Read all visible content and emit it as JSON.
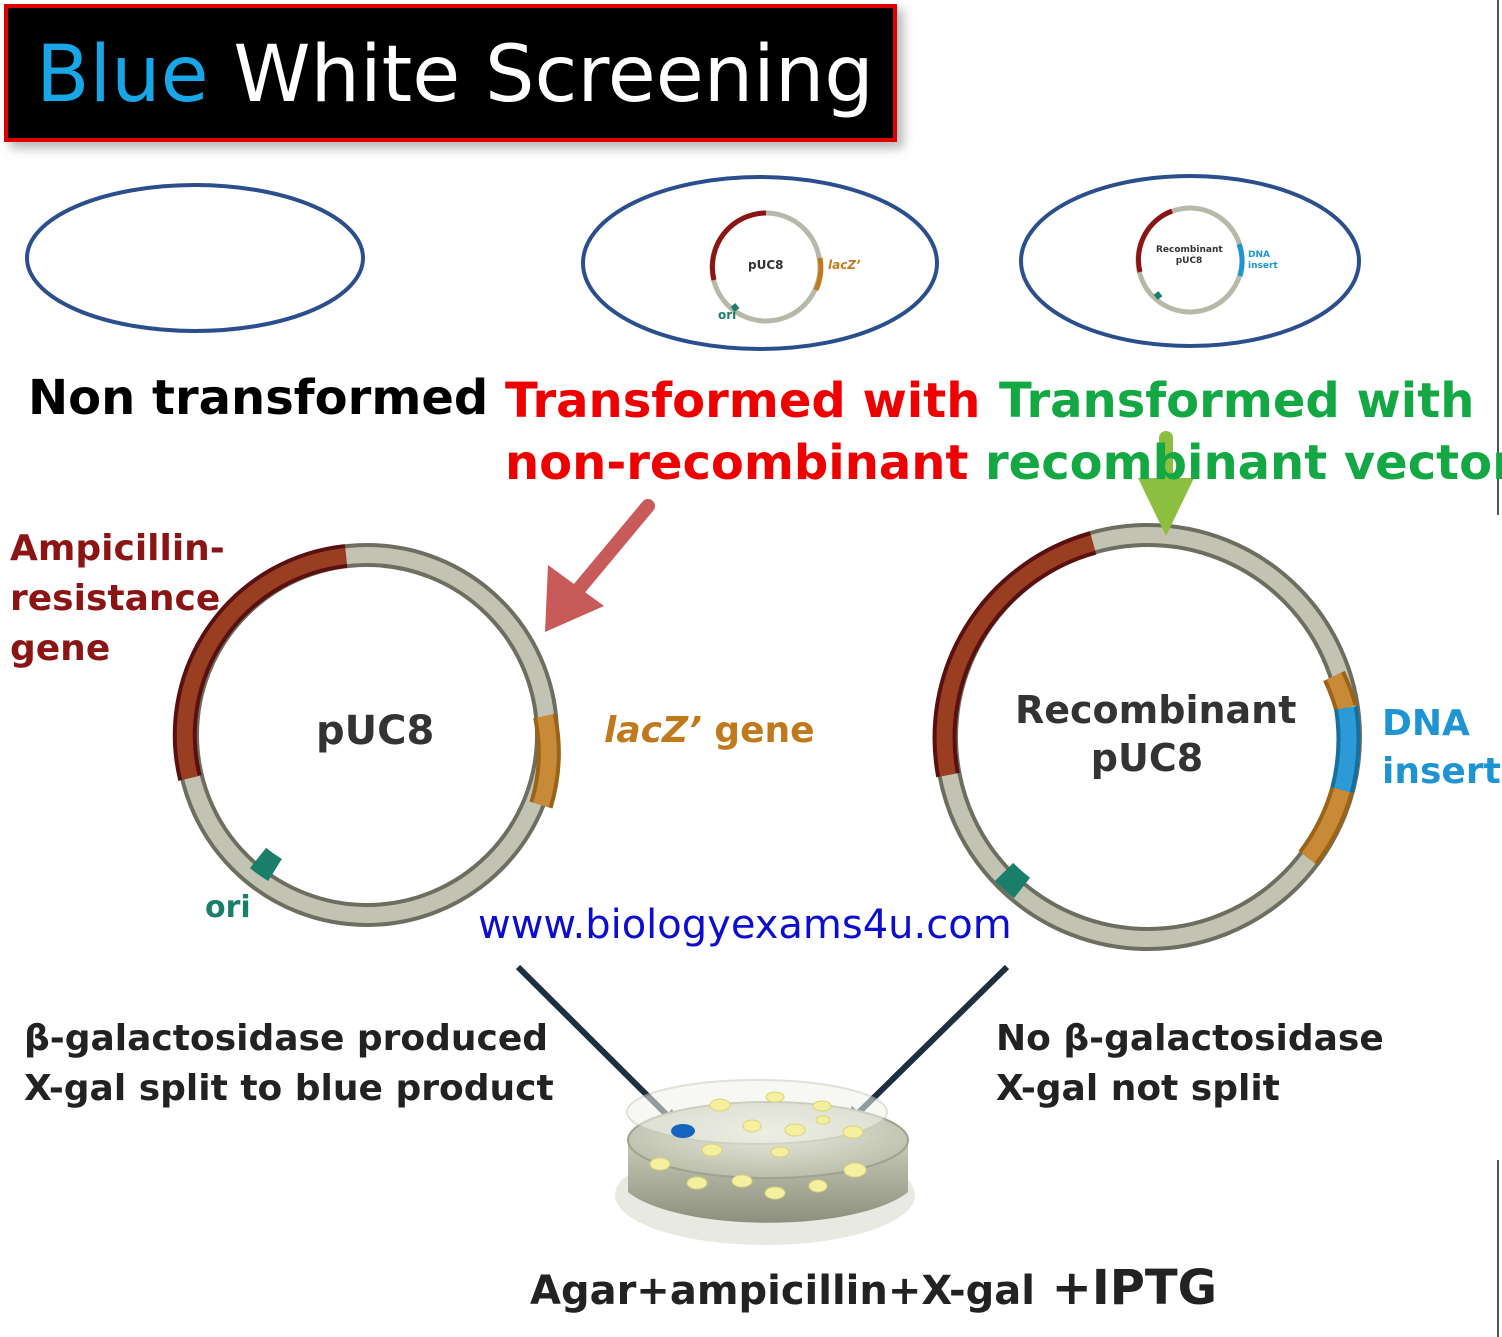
{
  "title": {
    "word_blue": "Blue",
    "word_white": "White Screening"
  },
  "cells": {
    "non_transformed": "Non transformed",
    "transformed_nonrec_line1": "Transformed with",
    "transformed_nonrec_line2": "non-recombinant",
    "transformed_rec_line1": "Transformed with",
    "transformed_rec_line2": "recombinant vector"
  },
  "small_plasmid_1": {
    "name": "pUC8",
    "gene": "lacZ’",
    "ori": "ori"
  },
  "small_plasmid_2": {
    "name_line1": "Recombinant",
    "name_line2": "pUC8",
    "insert_line1": "DNA",
    "insert_line2": "insert"
  },
  "plasmid_left": {
    "resistance_line1": "Ampicillin-",
    "resistance_line2": "resistance",
    "resistance_line3": "gene",
    "name": "pUC8",
    "gene_italic": "lacZ’",
    "gene_rest": " gene",
    "ori": "ori"
  },
  "plasmid_right": {
    "name_line1": "Recombinant",
    "name_line2": "pUC8",
    "insert_line1": "DNA",
    "insert_line2": "insert"
  },
  "website": "www.biologyexams4u.com",
  "result_left": {
    "line1": "β-galactosidase produced",
    "line2": "X-gal split to blue product"
  },
  "result_right": {
    "line1": "No β-galactosidase",
    "line2": "X-gal not split"
  },
  "medium": {
    "text": "Agar+ampicillin+X-gal",
    "extra": " +IPTG"
  },
  "colors": {
    "title_blue": "#18a6e6",
    "title_border": "#e00000",
    "cell_outline": "#2b4f8c",
    "ampicillin": "#8b1515",
    "lacz": "#c07a1e",
    "insert": "#1f94d2",
    "ori": "#1a7f6a",
    "backbone": "#b8b8a8",
    "red_label": "#ee0000",
    "green_label": "#13a843",
    "red_arrow": "#c85a5a",
    "green_arrow": "#8cbf3f",
    "dark_arrow": "#1e3040",
    "url": "#0d0dcf",
    "blue_colony": "#1565c0",
    "white_colony": "#f4f0a0"
  }
}
